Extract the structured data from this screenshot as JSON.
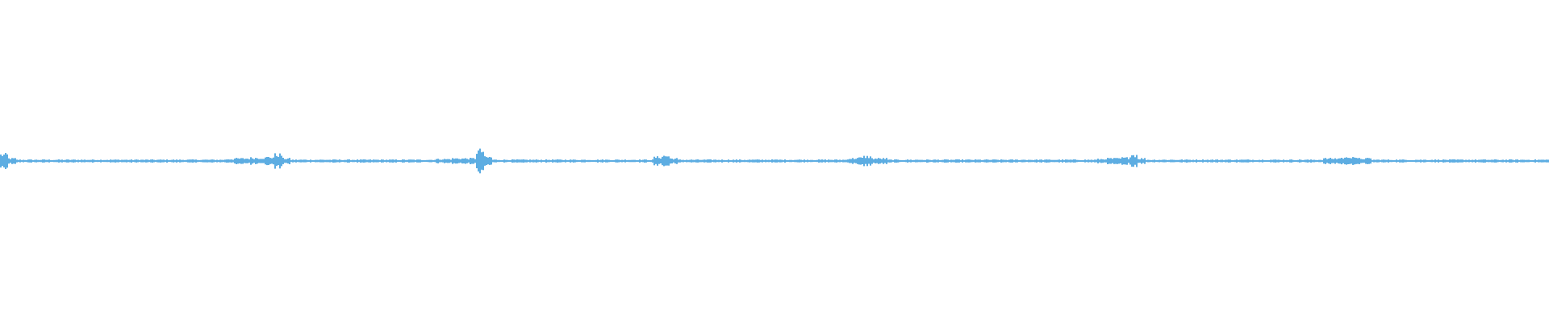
{
  "chart_data": {
    "type": "waveform",
    "title": "",
    "xlabel": "",
    "ylabel": "",
    "ylim": [
      -1,
      1
    ],
    "grid": false,
    "color": "#5dade2",
    "background": "#ffffff",
    "peak_envelope": [
      0.05,
      0.02,
      0.01,
      0.01,
      0.01,
      0.01,
      0.01,
      0.01,
      0.01,
      0.01,
      0.01,
      0.01,
      0.01,
      0.01,
      0.01,
      0.01,
      0.01,
      0.01,
      0.01,
      0.01,
      0.01,
      0.01,
      0.01,
      0.01,
      0.01,
      0.01,
      0.01,
      0.01,
      0.015,
      0.02,
      0.02,
      0.025,
      0.025,
      0.03,
      0.05,
      0.02,
      0.01,
      0.01,
      0.01,
      0.01,
      0.01,
      0.01,
      0.01,
      0.01,
      0.01,
      0.01,
      0.01,
      0.01,
      0.01,
      0.01,
      0.01,
      0.01,
      0.01,
      0.01,
      0.015,
      0.015,
      0.02,
      0.02,
      0.02,
      0.08,
      0.03,
      0.01,
      0.01,
      0.01,
      0.01,
      0.01,
      0.01,
      0.01,
      0.01,
      0.01,
      0.01,
      0.01,
      0.01,
      0.01,
      0.01,
      0.01,
      0.01,
      0.01,
      0.01,
      0.01,
      0.01,
      0.03,
      0.04,
      0.02,
      0.01,
      0.01,
      0.01,
      0.01,
      0.01,
      0.01,
      0.01,
      0.01,
      0.01,
      0.01,
      0.01,
      0.01,
      0.01,
      0.01,
      0.01,
      0.01,
      0.01,
      0.01,
      0.01,
      0.01,
      0.01,
      0.02,
      0.025,
      0.035,
      0.02,
      0.02,
      0.01,
      0.01,
      0.01,
      0.01,
      0.01,
      0.01,
      0.01,
      0.01,
      0.01,
      0.01,
      0.01,
      0.01,
      0.01,
      0.01,
      0.01,
      0.01,
      0.01,
      0.01,
      0.01,
      0.01,
      0.01,
      0.01,
      0.01,
      0.01,
      0.01,
      0.01,
      0.015,
      0.02,
      0.02,
      0.025,
      0.05,
      0.02,
      0.01,
      0.01,
      0.01,
      0.01,
      0.01,
      0.01,
      0.01,
      0.01,
      0.01,
      0.01,
      0.01,
      0.01,
      0.01,
      0.01,
      0.01,
      0.01,
      0.01,
      0.01,
      0.01,
      0.01,
      0.01,
      0.01,
      0.02,
      0.02,
      0.025,
      0.035,
      0.02,
      0.02,
      0.01,
      0.01,
      0.01,
      0.01,
      0.01,
      0.01,
      0.01,
      0.01,
      0.01,
      0.01,
      0.01,
      0.01,
      0.01,
      0.01,
      0.01,
      0.01,
      0.01,
      0.01,
      0.01,
      0.01,
      0.01,
      0.01
    ]
  }
}
